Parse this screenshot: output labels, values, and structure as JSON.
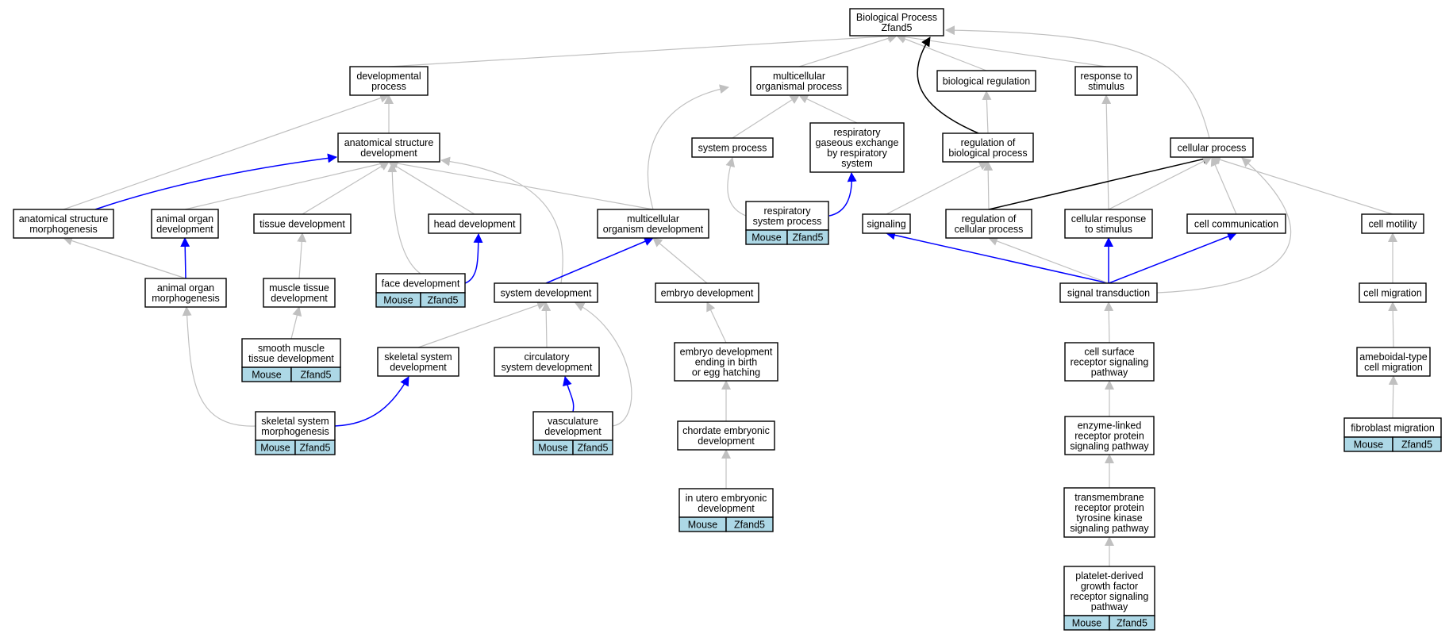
{
  "colors": {
    "edge_default": "#c0c0c0",
    "edge_blue": "#0000ff",
    "edge_black": "#000000",
    "annotation_fill": "#add8e6"
  },
  "nodes": [
    {
      "id": "bp",
      "lines": [
        "Biological Process",
        "Zfand5"
      ]
    },
    {
      "id": "dev_proc",
      "lines": [
        "developmental",
        "process"
      ]
    },
    {
      "id": "multi_org_proc",
      "lines": [
        "multicellular",
        "organismal process"
      ]
    },
    {
      "id": "bio_reg",
      "lines": [
        "biological regulation"
      ]
    },
    {
      "id": "resp_stim",
      "lines": [
        "response to",
        "stimulus"
      ]
    },
    {
      "id": "anat_dev",
      "lines": [
        "anatomical structure",
        "development"
      ]
    },
    {
      "id": "sys_proc",
      "lines": [
        "system process"
      ]
    },
    {
      "id": "resp_gas",
      "lines": [
        "respiratory",
        "gaseous exchange",
        "by respiratory",
        "system"
      ]
    },
    {
      "id": "reg_bio",
      "lines": [
        "regulation of",
        "biological process"
      ]
    },
    {
      "id": "cell_proc",
      "lines": [
        "cellular process"
      ]
    },
    {
      "id": "anat_morph",
      "lines": [
        "anatomical structure",
        "morphogenesis"
      ]
    },
    {
      "id": "animal_organ_dev",
      "lines": [
        "animal organ",
        "development"
      ]
    },
    {
      "id": "tissue_dev",
      "lines": [
        "tissue development"
      ]
    },
    {
      "id": "head_dev",
      "lines": [
        "head development"
      ]
    },
    {
      "id": "multi_org_dev",
      "lines": [
        "multicellular",
        "organism development"
      ]
    },
    {
      "id": "resp_sys_proc",
      "lines": [
        "respiratory",
        "system process"
      ],
      "tags": [
        "Mouse",
        "Zfand5"
      ]
    },
    {
      "id": "signaling",
      "lines": [
        "signaling"
      ]
    },
    {
      "id": "reg_cell",
      "lines": [
        "regulation of",
        "cellular process"
      ]
    },
    {
      "id": "cell_resp",
      "lines": [
        "cellular response",
        "to stimulus"
      ]
    },
    {
      "id": "cell_comm",
      "lines": [
        "cell communication"
      ]
    },
    {
      "id": "cell_mot",
      "lines": [
        "cell motility"
      ]
    },
    {
      "id": "animal_organ_morph",
      "lines": [
        "animal organ",
        "morphogenesis"
      ]
    },
    {
      "id": "muscle_dev",
      "lines": [
        "muscle tissue",
        "development"
      ]
    },
    {
      "id": "face_dev",
      "lines": [
        "face development"
      ],
      "tags": [
        "Mouse",
        "Zfand5"
      ]
    },
    {
      "id": "sys_dev",
      "lines": [
        "system development"
      ]
    },
    {
      "id": "embryo_dev",
      "lines": [
        "embryo development"
      ]
    },
    {
      "id": "sig_trans",
      "lines": [
        "signal transduction"
      ]
    },
    {
      "id": "cell_mig",
      "lines": [
        "cell migration"
      ]
    },
    {
      "id": "smooth_muscle",
      "lines": [
        "smooth muscle",
        "tissue development"
      ],
      "tags": [
        "Mouse",
        "Zfand5"
      ]
    },
    {
      "id": "skel_sys_dev",
      "lines": [
        "skeletal system",
        "development"
      ]
    },
    {
      "id": "circ_sys_dev",
      "lines": [
        "circulatory",
        "system development"
      ]
    },
    {
      "id": "embryo_birth",
      "lines": [
        "embryo development",
        "ending in birth",
        "or egg hatching"
      ]
    },
    {
      "id": "csr_pathway",
      "lines": [
        "cell surface",
        "receptor signaling",
        "pathway"
      ]
    },
    {
      "id": "amoeboid",
      "lines": [
        "ameboidal-type",
        "cell migration"
      ]
    },
    {
      "id": "skel_morph",
      "lines": [
        "skeletal system",
        "morphogenesis"
      ],
      "tags": [
        "Mouse",
        "Zfand5"
      ]
    },
    {
      "id": "vasc_dev",
      "lines": [
        "vasculature",
        "development"
      ],
      "tags": [
        "Mouse",
        "Zfand5"
      ]
    },
    {
      "id": "chordate",
      "lines": [
        "chordate embryonic",
        "development"
      ]
    },
    {
      "id": "enzyme",
      "lines": [
        "enzyme-linked",
        "receptor protein",
        "signaling pathway"
      ]
    },
    {
      "id": "fibro",
      "lines": [
        "fibroblast migration"
      ],
      "tags": [
        "Mouse",
        "Zfand5"
      ]
    },
    {
      "id": "in_utero",
      "lines": [
        "in utero embryonic",
        "development"
      ],
      "tags": [
        "Mouse",
        "Zfand5"
      ]
    },
    {
      "id": "rtk",
      "lines": [
        "transmembrane",
        "receptor protein",
        "tyrosine kinase",
        "signaling pathway"
      ]
    },
    {
      "id": "pdgf",
      "lines": [
        "platelet-derived",
        "growth factor",
        "receptor signaling",
        "pathway"
      ],
      "tags": [
        "Mouse",
        "Zfand5"
      ]
    }
  ],
  "edges": [
    {
      "from": "dev_proc",
      "to": "bp",
      "style": "default"
    },
    {
      "from": "multi_org_proc",
      "to": "bp",
      "style": "default"
    },
    {
      "from": "bio_reg",
      "to": "bp",
      "style": "default"
    },
    {
      "from": "resp_stim",
      "to": "bp",
      "style": "default"
    },
    {
      "from": "cell_proc",
      "to": "bp",
      "style": "default"
    },
    {
      "from": "reg_bio",
      "to": "bp",
      "style": "black"
    },
    {
      "from": "anat_dev",
      "to": "dev_proc",
      "style": "default"
    },
    {
      "from": "anat_morph",
      "to": "dev_proc",
      "style": "default"
    },
    {
      "from": "sys_proc",
      "to": "multi_org_proc",
      "style": "default"
    },
    {
      "from": "resp_gas",
      "to": "multi_org_proc",
      "style": "default"
    },
    {
      "from": "multi_org_dev",
      "to": "multi_org_proc",
      "style": "default"
    },
    {
      "from": "reg_bio",
      "to": "bio_reg",
      "style": "default"
    },
    {
      "from": "cell_resp",
      "to": "resp_stim",
      "style": "default"
    },
    {
      "from": "anat_morph",
      "to": "anat_dev",
      "style": "blue"
    },
    {
      "from": "animal_organ_dev",
      "to": "anat_dev",
      "style": "default"
    },
    {
      "from": "tissue_dev",
      "to": "anat_dev",
      "style": "default"
    },
    {
      "from": "face_dev",
      "to": "anat_dev",
      "style": "default"
    },
    {
      "from": "head_dev",
      "to": "anat_dev",
      "style": "default"
    },
    {
      "from": "multi_org_dev",
      "to": "anat_dev",
      "style": "default"
    },
    {
      "from": "sys_dev",
      "to": "anat_dev",
      "style": "default"
    },
    {
      "from": "resp_sys_proc",
      "to": "sys_proc",
      "style": "default"
    },
    {
      "from": "resp_sys_proc",
      "to": "resp_gas",
      "style": "blue"
    },
    {
      "from": "signaling",
      "to": "reg_bio",
      "style": "default"
    },
    {
      "from": "reg_cell",
      "to": "reg_bio",
      "style": "default"
    },
    {
      "from": "reg_cell",
      "to": "cell_proc",
      "style": "black"
    },
    {
      "from": "cell_resp",
      "to": "cell_proc",
      "style": "default"
    },
    {
      "from": "cell_comm",
      "to": "cell_proc",
      "style": "default"
    },
    {
      "from": "cell_mot",
      "to": "cell_proc",
      "style": "default"
    },
    {
      "from": "sig_trans",
      "to": "cell_proc",
      "style": "default"
    },
    {
      "from": "animal_organ_morph",
      "to": "anat_morph",
      "style": "default"
    },
    {
      "from": "animal_organ_morph",
      "to": "animal_organ_dev",
      "style": "blue"
    },
    {
      "from": "muscle_dev",
      "to": "tissue_dev",
      "style": "default"
    },
    {
      "from": "face_dev",
      "to": "head_dev",
      "style": "blue"
    },
    {
      "from": "sys_dev",
      "to": "multi_org_dev",
      "style": "blue"
    },
    {
      "from": "embryo_dev",
      "to": "multi_org_dev",
      "style": "default"
    },
    {
      "from": "sig_trans",
      "to": "signaling",
      "style": "blue"
    },
    {
      "from": "sig_trans",
      "to": "reg_cell",
      "style": "default"
    },
    {
      "from": "sig_trans",
      "to": "cell_resp",
      "style": "blue"
    },
    {
      "from": "sig_trans",
      "to": "cell_comm",
      "style": "blue"
    },
    {
      "from": "cell_mig",
      "to": "cell_mot",
      "style": "default"
    },
    {
      "from": "skel_morph",
      "to": "animal_organ_morph",
      "style": "default"
    },
    {
      "from": "smooth_muscle",
      "to": "muscle_dev",
      "style": "default"
    },
    {
      "from": "skel_sys_dev",
      "to": "sys_dev",
      "style": "default"
    },
    {
      "from": "circ_sys_dev",
      "to": "sys_dev",
      "style": "default"
    },
    {
      "from": "vasc_dev",
      "to": "sys_dev",
      "style": "default"
    },
    {
      "from": "embryo_birth",
      "to": "embryo_dev",
      "style": "default"
    },
    {
      "from": "csr_pathway",
      "to": "sig_trans",
      "style": "default"
    },
    {
      "from": "amoeboid",
      "to": "cell_mig",
      "style": "default"
    },
    {
      "from": "skel_morph",
      "to": "skel_sys_dev",
      "style": "blue"
    },
    {
      "from": "vasc_dev",
      "to": "circ_sys_dev",
      "style": "blue"
    },
    {
      "from": "chordate",
      "to": "embryo_birth",
      "style": "default"
    },
    {
      "from": "enzyme",
      "to": "csr_pathway",
      "style": "default"
    },
    {
      "from": "fibro",
      "to": "amoeboid",
      "style": "default"
    },
    {
      "from": "in_utero",
      "to": "chordate",
      "style": "default"
    },
    {
      "from": "rtk",
      "to": "enzyme",
      "style": "default"
    },
    {
      "from": "pdgf",
      "to": "rtk",
      "style": "default"
    }
  ]
}
